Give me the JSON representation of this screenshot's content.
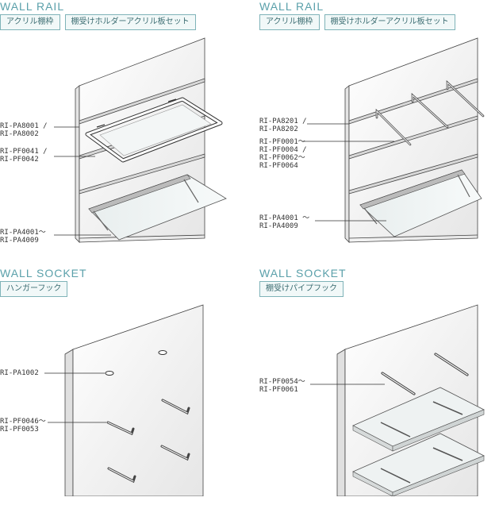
{
  "panels": [
    {
      "title": "WALL RAIL",
      "tags": [
        "アクリル棚枠",
        "棚受けホルダーアクリル板セット"
      ],
      "labels": [
        "RI-PA8001 /\nRI-PA8002",
        "RI-PF0041 /\nRI-PF0042",
        "RI-PA4001〜\nRI-PA4009"
      ]
    },
    {
      "title": "WALL RAIL",
      "tags": [
        "アクリル棚枠",
        "棚受けホルダーアクリル板セット"
      ],
      "labels": [
        "RI-PA8201 /\nRI-PA8202",
        "RI-PF0001〜\nRI-PF0004 /\nRI-PF0062〜\nRI-PF0064",
        "RI-PA4001 〜\nRI-PA4009"
      ]
    },
    {
      "title": "WALL SOCKET",
      "tags": [
        "ハンガーフック"
      ],
      "labels": [
        "RI-PA1002",
        "RI-PF0046〜\nRI-PF0053"
      ]
    },
    {
      "title": "WALL SOCKET",
      "tags": [
        "棚受けパイプフック"
      ],
      "labels": [
        "RI-PF0054〜\nRI-PF0061"
      ]
    }
  ]
}
